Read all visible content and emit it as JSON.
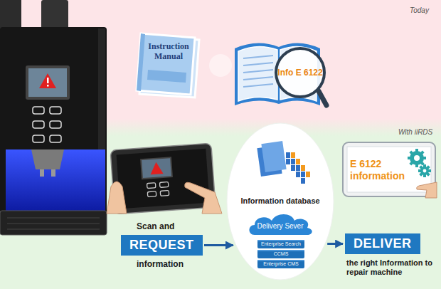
{
  "diagram": {
    "nodes": [
      {
        "text": [
          "Instruction Manual"
        ]
      },
      {
        "text": [
          "Info E 6122"
        ]
      },
      {
        "text": [
          "Scan and",
          "REQUEST",
          "information"
        ]
      },
      {
        "text": [
          "Information database"
        ]
      },
      {
        "text": [
          "Delivery Sever"
        ],
        "in": 3
      },
      {
        "text": [
          "DELIVER",
          "the right Information to repair machine"
        ]
      },
      {
        "text": [
          "E 6122 information"
        ]
      }
    ],
    "edges": [
      {
        "from": 2,
        "to": 3,
        "arrow": "to"
      },
      {
        "from": 3,
        "to": 5,
        "arrow": "to"
      }
    ],
    "labels": [
      "Today",
      "With iiRDS",
      "Enterprise Search",
      "CCMS",
      "Enterprise CMS"
    ]
  }
}
